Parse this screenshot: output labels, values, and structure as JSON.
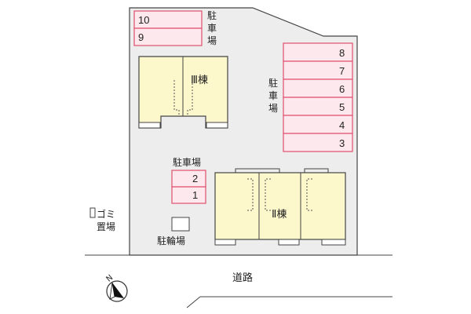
{
  "colors": {
    "lot_fill": "#ededed",
    "building_fill": "#fdf8cc",
    "parking_fill": "#fde8ee",
    "parking_stroke": "#e0506e",
    "line": "#444444"
  },
  "parking_top": {
    "spaces": [
      "10",
      "9"
    ],
    "label": "駐\n車\n場"
  },
  "parking_right": {
    "spaces": [
      "8",
      "7",
      "6",
      "5",
      "4",
      "3"
    ],
    "label": "駐\n車\n場"
  },
  "parking_center": {
    "label": "駐車場",
    "spaces": [
      "2",
      "1"
    ]
  },
  "building_3": {
    "label": "Ⅲ棟"
  },
  "building_2": {
    "label": "Ⅱ棟"
  },
  "bicycle_parking": {
    "label": "駐輪場"
  },
  "garbage": {
    "label": "ゴミ\n置場"
  },
  "road": {
    "label": "道路"
  },
  "compass": {
    "label": "N"
  }
}
